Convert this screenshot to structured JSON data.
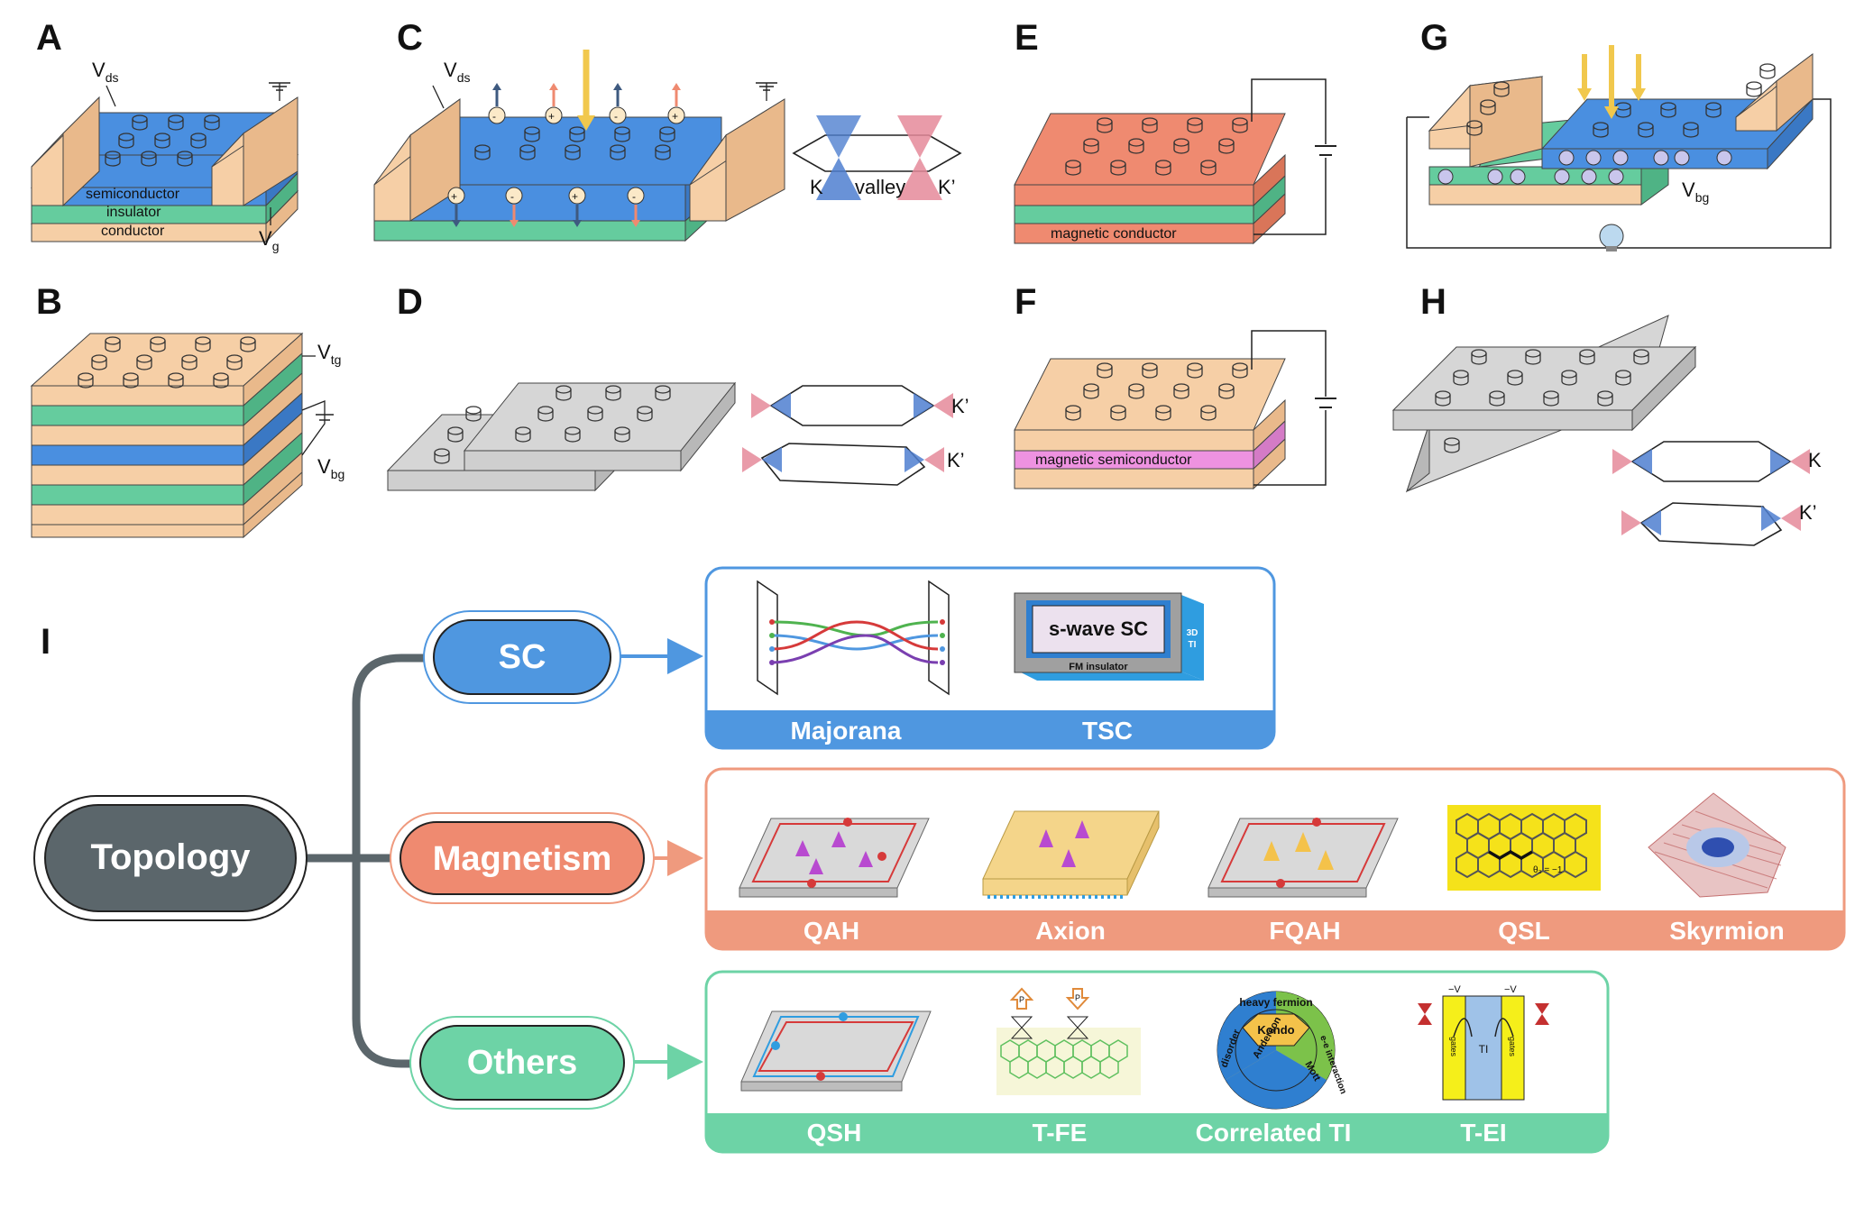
{
  "panels": {
    "A": "A",
    "B": "B",
    "C": "C",
    "D": "D",
    "E": "E",
    "F": "F",
    "G": "G",
    "H": "H",
    "I": "I"
  },
  "labels": {
    "semiconductor": "semiconductor",
    "insulator": "insulator",
    "conductor": "conductor",
    "magnetic_conductor": "magnetic conductor",
    "magnetic_semiconductor": "magnetic semiconductor",
    "valley": "valley",
    "K": "K",
    "K_prime": "K’",
    "V": "V",
    "sub_ds": "ds",
    "sub_g": "g",
    "sub_tg": "tg",
    "sub_bg": "bg"
  },
  "tree": {
    "root": "Topology",
    "branches": [
      {
        "name": "SC",
        "color": "#4f97e0",
        "items": [
          "Majorana",
          "TSC"
        ]
      },
      {
        "name": "Magnetism",
        "color": "#ef9a7e",
        "items": [
          "QAH",
          "Axion",
          "FQAH",
          "QSL",
          "Skyrmion"
        ]
      },
      {
        "name": "Others",
        "color": "#6dd3a6",
        "items": [
          "QSH",
          "T-FE",
          "Correlated TI",
          "T-EI"
        ]
      }
    ]
  },
  "insets": {
    "swave_sc": "s-wave SC",
    "fm_insulator": "FM insulator",
    "ti_3d": "3D",
    "ti_3d_2": "TI",
    "kondo": "Kondo",
    "heavy_fermion": "heavy fermion",
    "mott": "Mott",
    "anderson": "Anderson",
    "disorder": "disorder",
    "ee_interaction": "e-e interaction",
    "tei_left": "−V",
    "tei_right": "−V",
    "tei_ti": "TI",
    "tei_gates_l": "gates",
    "tei_gates_r": "gates",
    "tfe_p1": "P",
    "tfe_p2": "P",
    "qsl_formula": "θ₃ = −1"
  },
  "colors": {
    "peach": "#f6cfa6",
    "blue": "#4a8fe0",
    "green": "#65cc9e",
    "salmon": "#ef8a70",
    "pink": "#ee92e0",
    "gray": "#d6d6d6",
    "topology": "#5b666b"
  }
}
